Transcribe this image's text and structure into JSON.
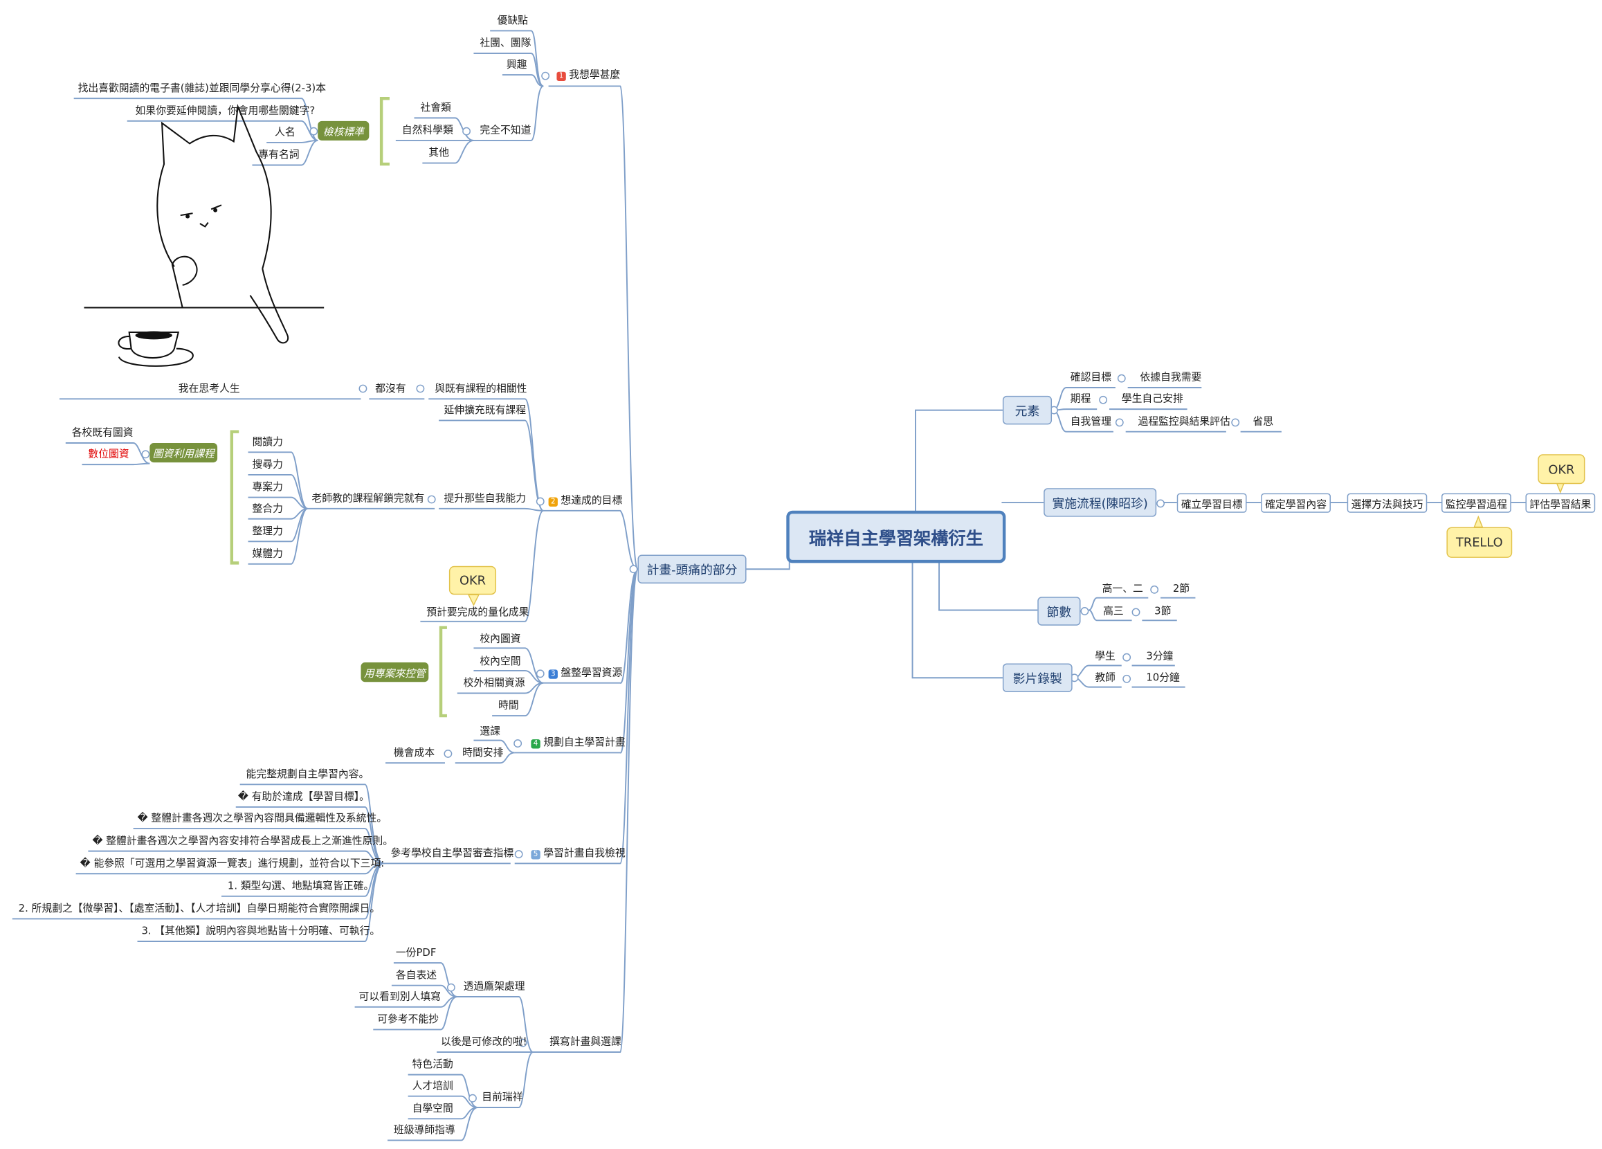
{
  "root": "瑞祥自主學習架構衍生",
  "colors": {
    "line": "#7f9fc9",
    "root_border": "#4f81bd",
    "bracket": "#b6cf7a",
    "tag_green": "#77923c",
    "callout": "#fff2a8",
    "badge1": "#e84c3d",
    "badge2": "#f0a30a",
    "badge3": "#3a7ed6",
    "badge4": "#2aa84a",
    "badge5": "#7aa7d9"
  },
  "left": {
    "main": "計畫-頭痛的部分",
    "b1": {
      "label": "我想學甚麼",
      "num": "1",
      "items": [
        "優缺點",
        "社團、團隊",
        "興趣"
      ],
      "unknown": "完全不知道",
      "cats": [
        "社會類",
        "自然科學類",
        "其他"
      ],
      "tag": "檢核標準",
      "notes": [
        "找出喜歡閱讀的電子書(雜誌)並跟同學分享心得(2-3)本",
        "如果你要延伸閱讀，你會用哪些關鍵字?",
        "人名",
        "專有名詞"
      ]
    },
    "b2": {
      "label": "想達成的目標",
      "num": "2",
      "rel": "與既有課程的相關性",
      "none": "都沒有",
      "cat_text": "我在思考人生",
      "ext": "延伸擴充既有課程",
      "ability": "提升那些自我能力",
      "teacher": "老師教的課程解鎖完就有",
      "skills": [
        "閱讀力",
        "搜尋力",
        "專案力",
        "整合力",
        "整理力",
        "媒體力"
      ],
      "tag": "圖資利用課程",
      "lib": [
        "各校既有圖資",
        "數位圖資"
      ],
      "quant": "預計要完成的量化成果",
      "okr": "OKR"
    },
    "b3": {
      "label": "盤整學習資源",
      "num": "3",
      "items": [
        "校內圖資",
        "校內空間",
        "校外相關資源",
        "時間"
      ],
      "tag": "用專案來控管"
    },
    "b4": {
      "label": "規劃自主學習計畫",
      "num": "4",
      "items": [
        "選課",
        "時間安排"
      ],
      "cost": "機會成本"
    },
    "b5": {
      "label": "學習計畫自我檢視",
      "num": "5",
      "ref": "參考學校自主學習審查指標",
      "lines": [
        "能完整規劃自主學習內容。",
        "� 有助於達成【學習目標】。",
        "� 整體計畫各週次之學習內容間具備邏輯性及系統性。",
        "� 整體計畫各週次之學習內容安排符合學習成長上之漸進性原則。",
        "� 能參照「可選用之學習資源一覽表」進行規劃，並符合以下三項:",
        "1. 類型勾選、地點填寫皆正確。",
        "2. 所規劃之【微學習】、【處室活動】、【人才培訓】自學日期能符合實際開課日。",
        "3. 【其他類】說明內容與地點皆十分明確、可執行。"
      ]
    },
    "b6": {
      "label": "撰寫計畫與選課",
      "pdf": "透過鷹架處理",
      "pdf_items": [
        "一份PDF",
        "各自表述",
        "可以看到別人填寫",
        "可參考不能抄"
      ],
      "edit": "以後是可修改的啦!",
      "now": "目前瑞祥",
      "now_items": [
        "特色活動",
        "人才培訓",
        "自學空間",
        "班級導師指導"
      ]
    }
  },
  "right": {
    "elements": {
      "label": "元素",
      "rows": [
        [
          "確認目標",
          "依據自我需要"
        ],
        [
          "期程",
          "學生自己安排"
        ],
        [
          "自我管理",
          "過程監控與結果評估",
          "省思"
        ]
      ]
    },
    "flow": {
      "label": "實施流程(陳昭珍)",
      "steps": [
        "確立學習目標",
        "確定學習內容",
        "選擇方法與技巧",
        "監控學習過程",
        "評估學習結果"
      ],
      "okr": "OKR",
      "trello": "TRELLO"
    },
    "periods": {
      "label": "節數",
      "rows": [
        [
          "高一、二",
          "2節"
        ],
        [
          "高三",
          "3節"
        ]
      ]
    },
    "video": {
      "label": "影片錄製",
      "rows": [
        [
          "學生",
          "3分鐘"
        ],
        [
          "教師",
          "10分鐘"
        ]
      ]
    }
  }
}
